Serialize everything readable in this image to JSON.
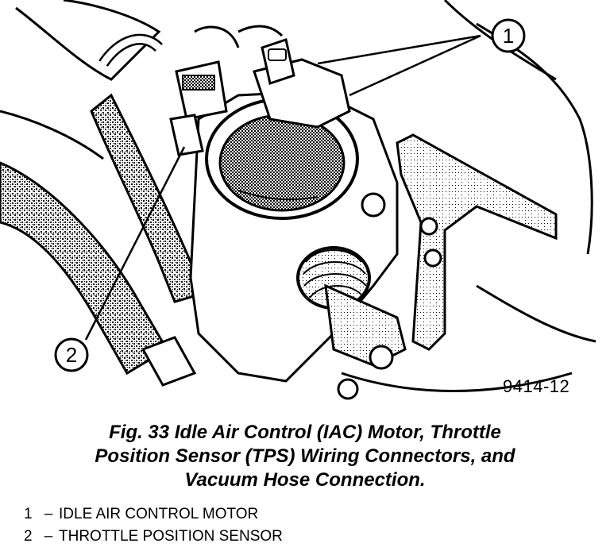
{
  "callouts": [
    {
      "number": "1"
    },
    {
      "number": "2"
    }
  ],
  "figure_id": "9414-12",
  "caption": {
    "line1": "Fig. 33 Idle Air Control (IAC) Motor, Throttle",
    "line2": "Position Sensor (TPS) Wiring Connectors, and",
    "line3": "Vacuum Hose Connection."
  },
  "legend": [
    {
      "number": "1",
      "separator": "–",
      "label": "IDLE AIR CONTROL MOTOR"
    },
    {
      "number": "2",
      "separator": "–",
      "label": "THROTTLE POSITION SENSOR"
    }
  ]
}
